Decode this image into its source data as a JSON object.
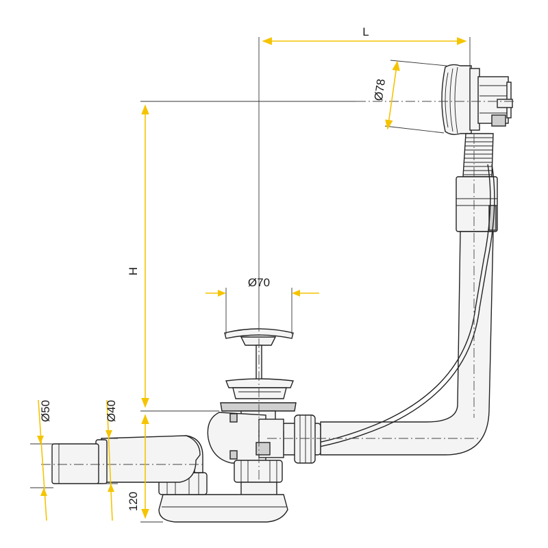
{
  "colors": {
    "dimension": "#f5c400",
    "outline": "#222222",
    "part_fill": "#f4f4f4"
  },
  "dimensions": {
    "length": "L",
    "height": "H",
    "overflow_diameter": "Ø78",
    "plug_diameter": "Ø70",
    "outlet_outer_diameter": "Ø50",
    "outlet_inner_diameter": "Ø40",
    "trap_height": "120"
  }
}
